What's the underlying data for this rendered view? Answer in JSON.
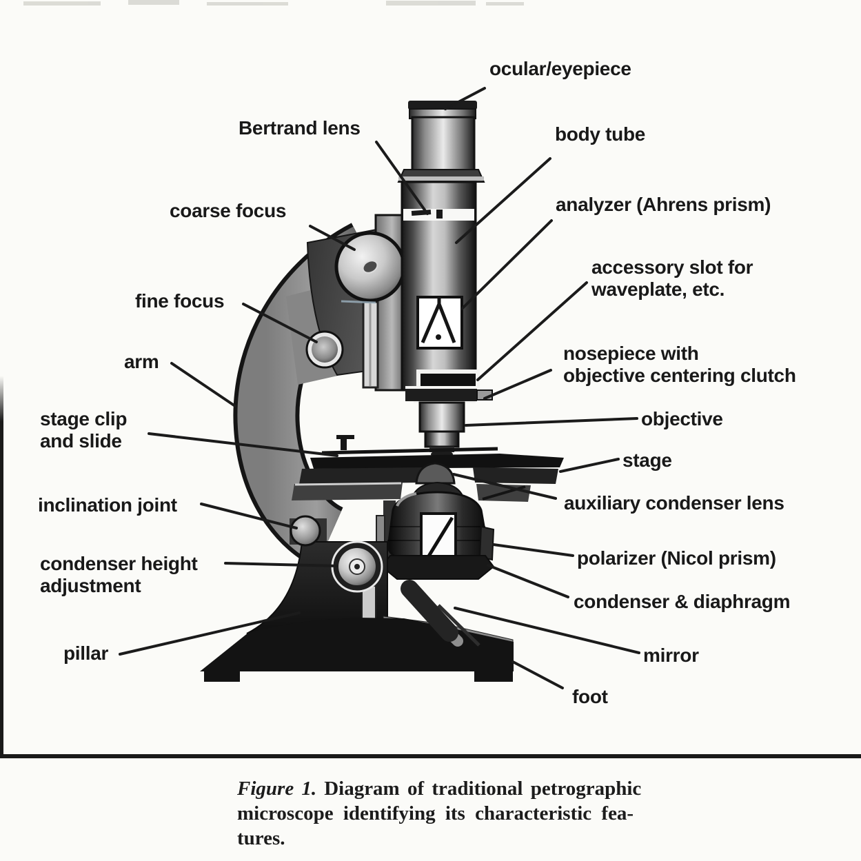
{
  "figure": {
    "labels": {
      "ocular": "ocular/eyepiece",
      "bertrand": "Bertrand lens",
      "body_tube": "body tube",
      "analyzer": "analyzer (Ahrens prism)",
      "coarse_focus": "coarse focus",
      "accessory_slot": "accessory slot for\nwaveplate, etc.",
      "fine_focus": "fine focus",
      "nosepiece": "nosepiece with\nobjective centering clutch",
      "arm": "arm",
      "stage_clip": "stage clip\nand slide",
      "objective": "objective",
      "stage": "stage",
      "inclination_joint": "inclination joint",
      "aux_condenser": "auxiliary condenser lens",
      "polarizer": "polarizer (Nicol prism)",
      "condenser_height": "condenser height\nadjustment",
      "condenser_diaphragm": "condenser & diaphragm",
      "pillar": "pillar",
      "mirror": "mirror",
      "foot": "foot"
    },
    "caption": {
      "figure_label": "Figure 1.",
      "line1": "Diagram of traditional petrographic",
      "line2": "microscope identifying its characteristic fea-",
      "line3": "tures."
    },
    "colors": {
      "ink": "#1b1b1b",
      "paper": "#fbfbf8"
    }
  }
}
